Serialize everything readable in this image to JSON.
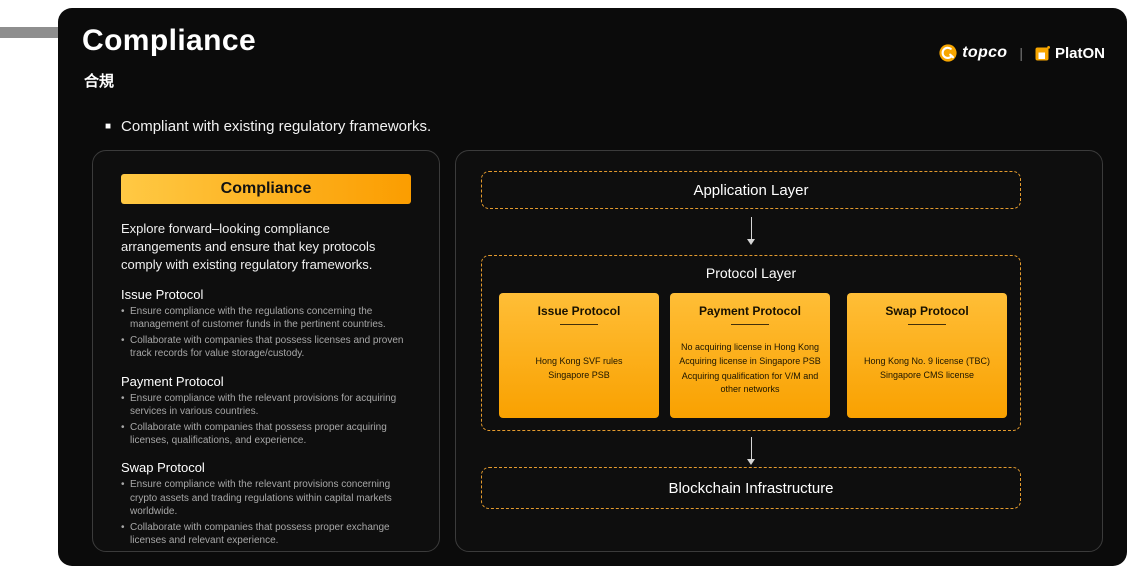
{
  "slide": {
    "title": "Compliance",
    "subtitle": "合規",
    "key_point": "Compliant with existing regulatory frameworks."
  },
  "brand": {
    "topco_label": "topco",
    "separator": "|",
    "platon_label": "PlatON"
  },
  "icons": {
    "bullet_square": "■",
    "topco_icon": "topco-swirl-logo",
    "platon_icon": "platon-square-logo",
    "arrow_down": "↓"
  },
  "left_panel": {
    "header": "Compliance",
    "intro": "Explore forward–looking compliance arrangements and ensure that key protocols comply with existing regulatory frameworks.",
    "sections": [
      {
        "title": "Issue Protocol",
        "bullets": [
          "Ensure compliance with the regulations concerning the management of customer funds in the pertinent countries.",
          "Collaborate with companies that possess licenses and proven track records for value storage/custody."
        ]
      },
      {
        "title": "Payment Protocol",
        "bullets": [
          "Ensure compliance with the relevant provisions for acquiring services in various countries.",
          "Collaborate with companies that possess proper acquiring licenses, qualifications, and experience."
        ]
      },
      {
        "title": "Swap Protocol",
        "bullets": [
          "Ensure compliance with the relevant provisions concerning crypto assets and trading regulations within capital markets worldwide.",
          "Collaborate with companies that possess proper exchange licenses and relevant experience."
        ]
      }
    ]
  },
  "diagram": {
    "layers": {
      "application": "Application Layer",
      "protocol": "Protocol Layer",
      "infrastructure": "Blockchain Infrastructure"
    },
    "protocol_cards": [
      {
        "title": "Issue Protocol",
        "lines": [
          "Hong Kong SVF rules",
          "Singapore PSB"
        ]
      },
      {
        "title": "Payment Protocol",
        "lines": [
          "No acquiring license in Hong Kong",
          "Acquiring license in Singapore PSB",
          "Acquiring qualification for V/M and other networks"
        ]
      },
      {
        "title": "Swap Protocol",
        "lines": [
          "Hong Kong No. 9 license (TBC)",
          "Singapore CMS license"
        ]
      }
    ]
  },
  "colors": {
    "slide_background": "#0B0B0B",
    "accent_orange": "#F7A600",
    "dashed_border": "#E49B2E",
    "header_gradient_start": "#FFC944",
    "header_gradient_end": "#FB9D00",
    "card_gradient_start": "#FFBE37",
    "card_gradient_end": "#F9A100"
  }
}
